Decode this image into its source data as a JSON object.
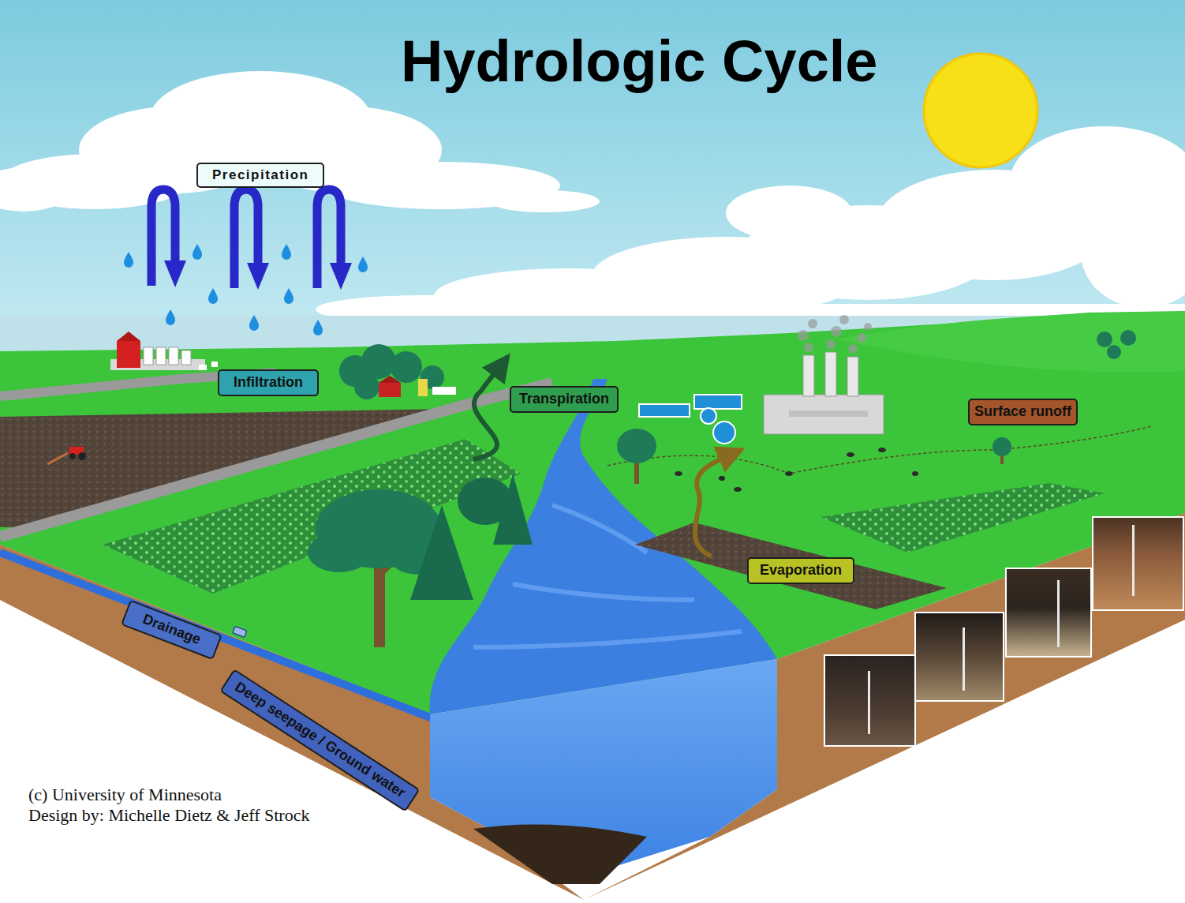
{
  "diagram": {
    "title": "Hydrologic Cycle",
    "nodes": [
      {
        "text": [
          "Precipitation"
        ]
      },
      {
        "text": [
          "Infiltration"
        ]
      },
      {
        "text": [
          "Transpiration"
        ]
      },
      {
        "text": [
          "Surface runoff"
        ]
      },
      {
        "text": [
          "Evaporation"
        ]
      },
      {
        "text": [
          "Drainage"
        ]
      },
      {
        "text": [
          "Deep seepage / Ground water"
        ]
      }
    ],
    "labels": [
      "(c) University of Minnesota",
      "Design by: Michelle Dietz & Jeff Strock"
    ]
  }
}
